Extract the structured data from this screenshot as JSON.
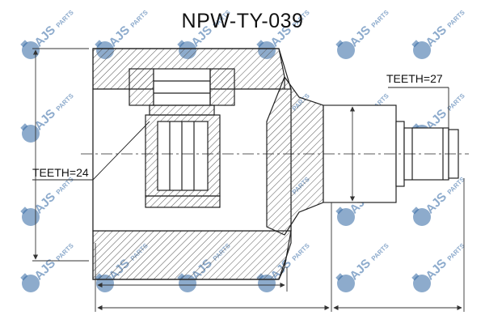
{
  "header": {
    "part_code": "NPW-TY-039"
  },
  "labels": {
    "teeth_left": "TEETH=24",
    "teeth_right": "TEETH=27"
  },
  "watermark": {
    "text": "AJS PARTS",
    "color": "#2f66a3"
  },
  "colors": {
    "line": "#222222",
    "hatch": "#555555",
    "dim": "#333333"
  }
}
